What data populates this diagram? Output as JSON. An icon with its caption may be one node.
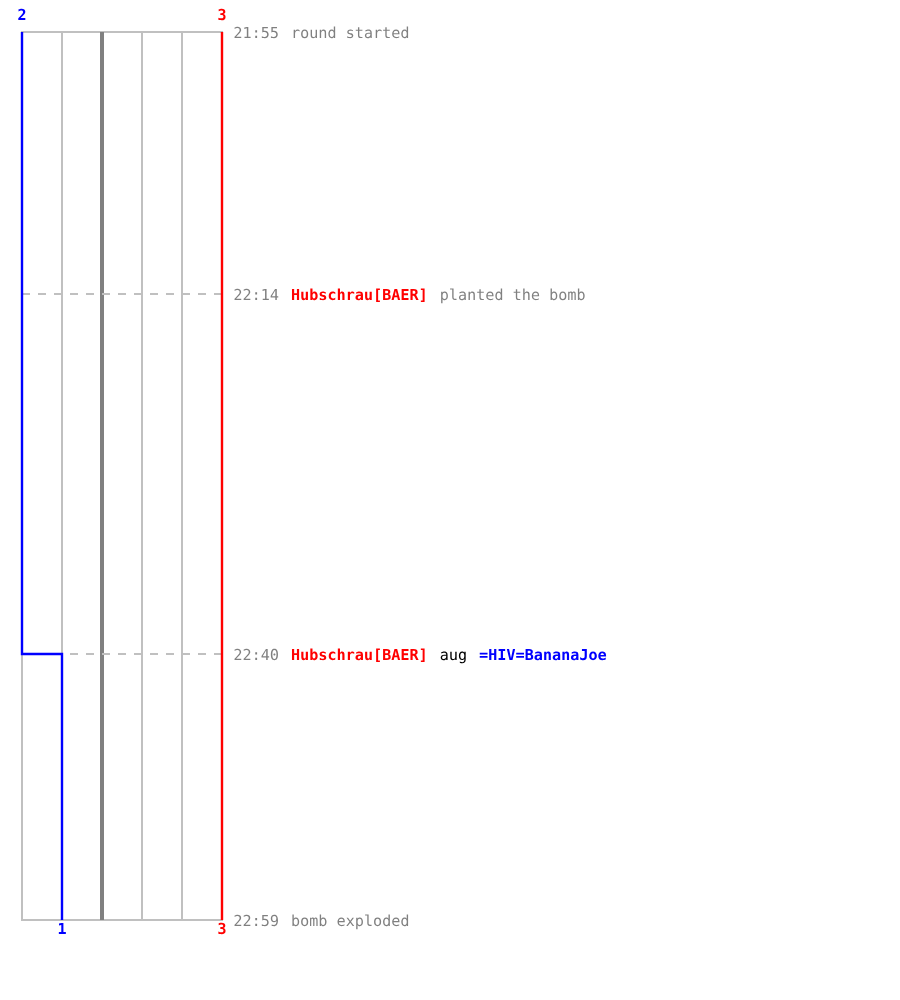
{
  "diagram": {
    "labels": [
      "2",
      "3",
      "21:55",
      "round started",
      "22:14",
      "Hubschrau[BAER]",
      "planted the bomb",
      "22:40",
      "Hubschrau[BAER]",
      "aug",
      "=HIV=BananaJoe",
      "1",
      "3",
      "22:59",
      "bomb exploded"
    ]
  }
}
